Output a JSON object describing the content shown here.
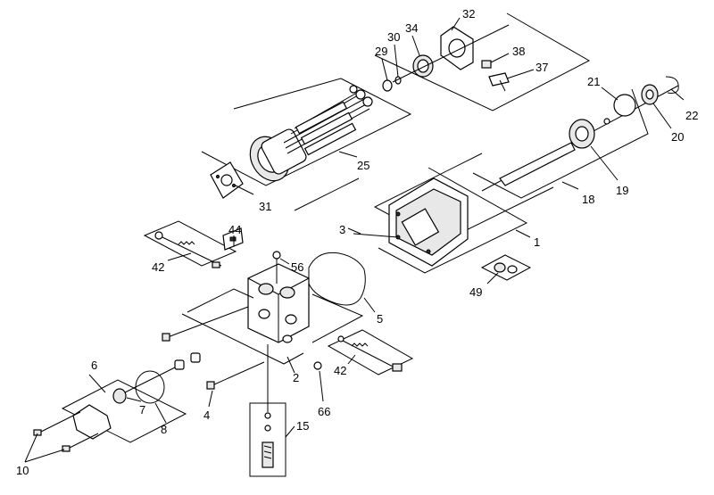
{
  "diagram": {
    "callouts": [
      "32",
      "34",
      "30",
      "29",
      "38",
      "37",
      "21",
      "22",
      "20",
      "19",
      "18",
      "25",
      "31",
      "3",
      "1",
      "44",
      "42",
      "56",
      "49",
      "5",
      "2",
      "6",
      "42",
      "7",
      "8",
      "4",
      "66",
      "15",
      "10"
    ]
  }
}
